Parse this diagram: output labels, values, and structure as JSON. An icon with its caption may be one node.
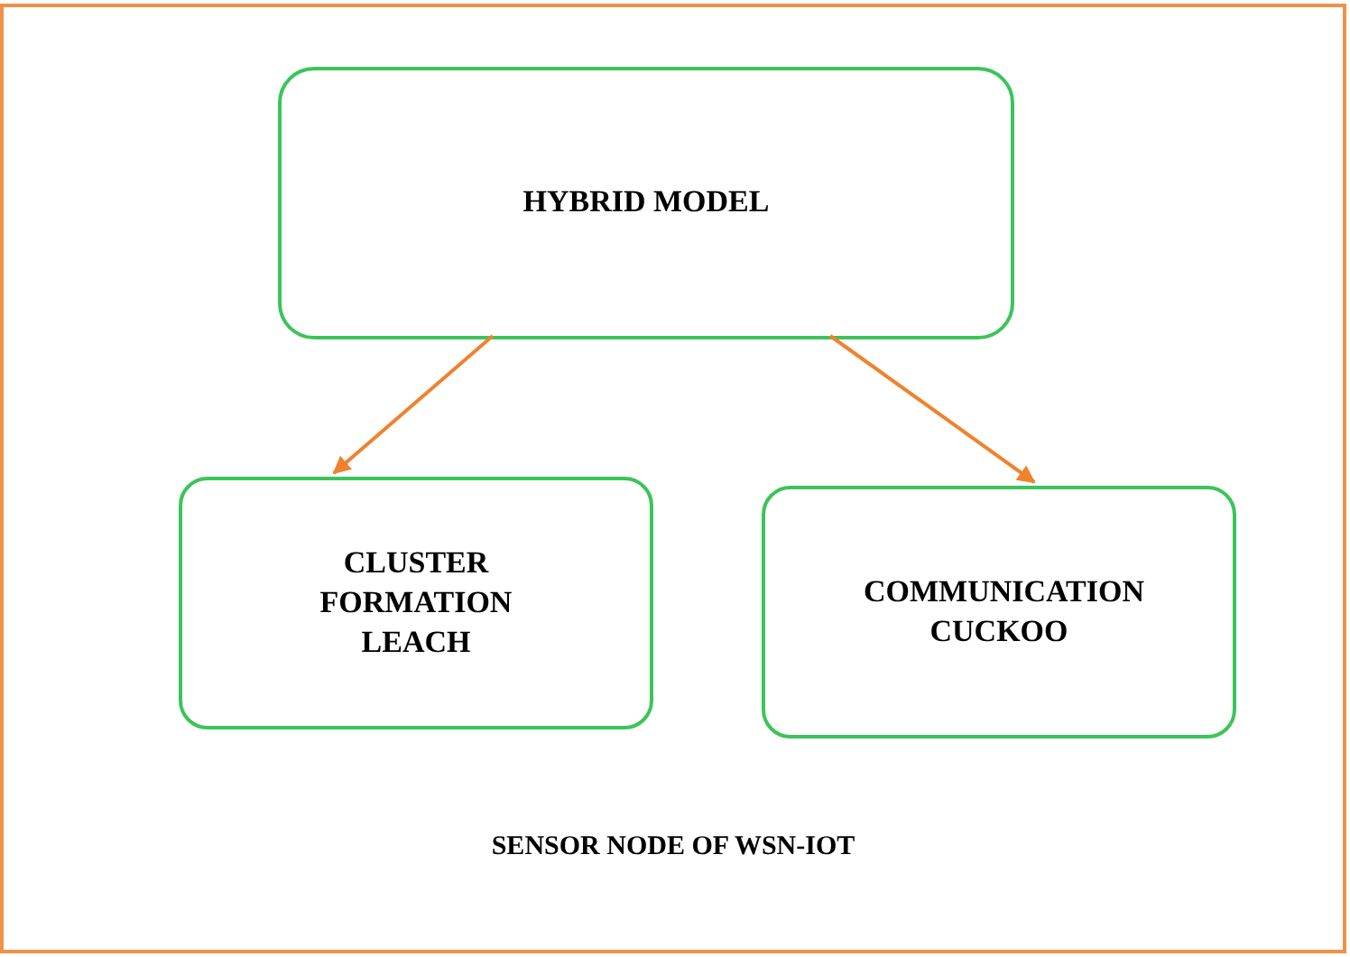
{
  "diagram": {
    "nodes": [
      {
        "text": [
          "SENSOR NODE OF WSN-IOT"
        ]
      },
      {
        "text": [
          "HYBRID MODEL"
        ],
        "in": 0
      },
      {
        "text": [
          "CLUSTER FORMATION LEACH"
        ],
        "in": 0
      },
      {
        "text": [
          "COMMUNICATION CUCKOO"
        ],
        "in": 0
      }
    ],
    "edges": [
      {
        "from": 1,
        "to": 2,
        "arrow": "to"
      },
      {
        "from": 1,
        "to": 3,
        "arrow": "to"
      }
    ]
  }
}
